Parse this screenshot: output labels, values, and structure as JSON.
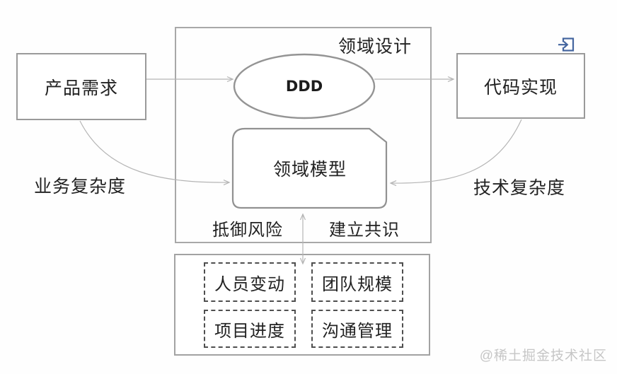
{
  "diagram": {
    "nodes": {
      "product_requirements": "产品需求",
      "domain_design": "领域设计",
      "ddd": "DDD",
      "domain_model": "领域模型",
      "code_implementation": "代码实现"
    },
    "edge_labels": {
      "business_complexity": "业务复杂度",
      "technical_complexity": "技术复杂度"
    },
    "model_annotations": {
      "resist_risk": "抵御风险",
      "build_consensus": "建立共识"
    },
    "management_factors": [
      "人员变动",
      "团队规模",
      "项目进度",
      "沟通管理"
    ],
    "icons": {
      "export_icon": "arrow-into-box"
    },
    "colors": {
      "icon_blue": "#44659f",
      "box_border": "#9a9a9a",
      "connector": "#b5b5b5",
      "dashed_border": "#4f4f4f",
      "text": "#222222",
      "watermark": "#c6c6c6"
    }
  },
  "watermark": "@稀土掘金技术社区"
}
